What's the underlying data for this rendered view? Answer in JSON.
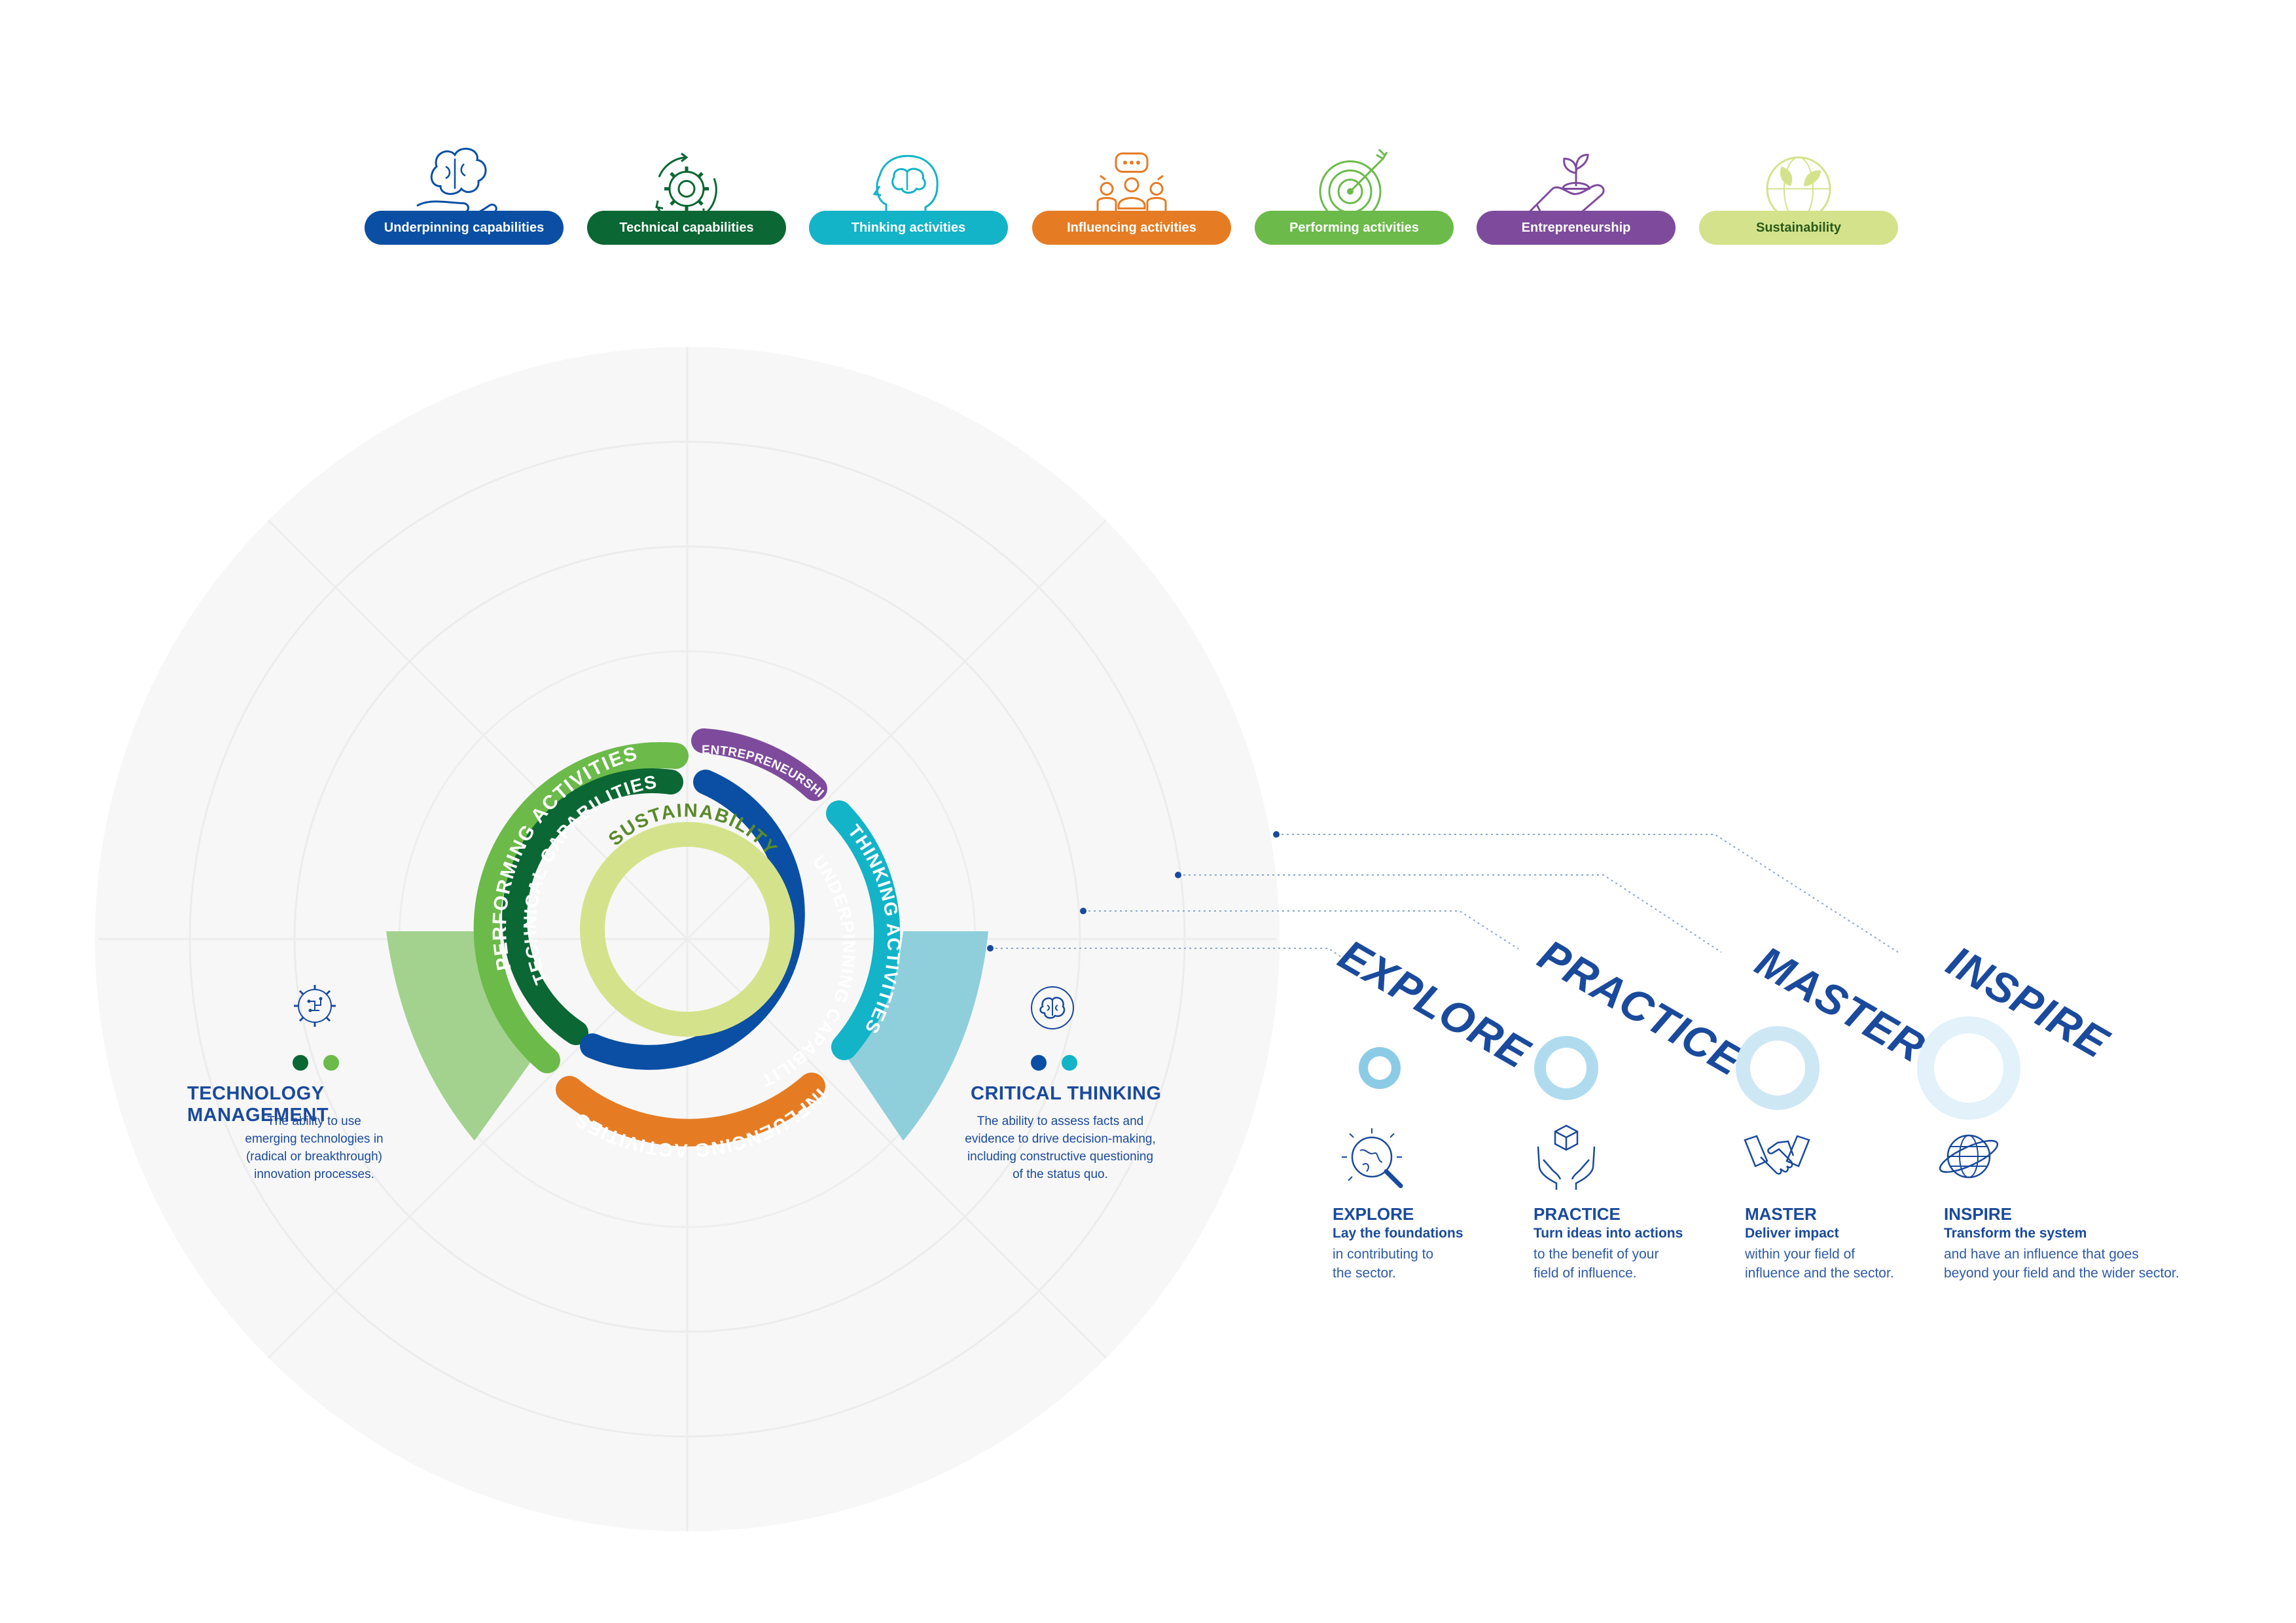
{
  "legend": [
    {
      "label": "Underpinning capabilities",
      "color": "#0a4fa3",
      "text_color": "#ffffff",
      "icon": "hand-brain-icon"
    },
    {
      "label": "Technical capabilities",
      "color": "#0b6733",
      "text_color": "#ffffff",
      "icon": "gear-cycle-icon"
    },
    {
      "label": "Thinking activities",
      "color": "#13b3c8",
      "text_color": "#ffffff",
      "icon": "head-brain-icon"
    },
    {
      "label": "Influencing activities",
      "color": "#e57c24",
      "text_color": "#ffffff",
      "icon": "people-talk-icon"
    },
    {
      "label": "Performing activities",
      "color": "#6cba4a",
      "text_color": "#ffffff",
      "icon": "target-icon"
    },
    {
      "label": "Entrepreneurship",
      "color": "#7e4b9c",
      "text_color": "#ffffff",
      "icon": "hand-plant-icon"
    },
    {
      "label": "Sustainability",
      "color": "#d4e38b",
      "text_color": "#2a5a1a",
      "icon": "leaf-globe-icon"
    }
  ],
  "wheel": {
    "labels": {
      "performing": "PERFORMING ACTIVITIES",
      "technical": "TECHNICAL CAPABILITIES",
      "sustainability": "SUSTAINABILITY",
      "entrepreneurship": "ENTREPRENEURSHIP",
      "thinking": "THINKING ACTIVITIES",
      "underpinning": "UNDERPINNING CAPABILITIES",
      "influencing": "INFLUENCING ACTIVITIES"
    }
  },
  "competencies": {
    "left": {
      "title": "TECHNOLOGY MANAGEMENT",
      "desc": [
        "The ability to use",
        "emerging technologies in",
        "(radical or breakthrough)",
        "innovation processes."
      ],
      "icon": "chip-gear-icon",
      "dot_colors": [
        "#0b6733",
        "#6cba4a"
      ]
    },
    "right": {
      "title": "CRITICAL THINKING",
      "desc": [
        "The ability to assess facts and",
        "evidence to drive decision-making,",
        "including constructive questioning",
        "of the status quo."
      ],
      "icon": "brain-cycle-icon",
      "dot_colors": [
        "#0a4fa3",
        "#13b3c8"
      ]
    }
  },
  "stages": [
    {
      "big": "EXPLORE",
      "title": "EXPLORE",
      "subtitle": "Lay the foundations",
      "desc": [
        "in contributing to",
        "the sector."
      ],
      "icon": "globe-magnifier-icon",
      "ring_color": "#8ccbe6"
    },
    {
      "big": "PRACTICE",
      "title": "PRACTICE",
      "subtitle": "Turn ideas into actions",
      "desc": [
        "to the benefit of your",
        "field of influence."
      ],
      "icon": "hands-cube-icon",
      "ring_color": "#b0dbef"
    },
    {
      "big": "MASTER",
      "title": "MASTER",
      "subtitle": "Deliver impact",
      "desc": [
        "within your field of",
        "influence and the sector."
      ],
      "icon": "handshake-icon",
      "ring_color": "#cde7f5"
    },
    {
      "big": "INSPIRE",
      "title": "INSPIRE",
      "subtitle": "Transform the system",
      "desc": [
        "and have an influence that goes",
        "beyond your field and the wider sector."
      ],
      "icon": "globe-orbit-icon",
      "ring_color": "#e2f1fa"
    }
  ]
}
